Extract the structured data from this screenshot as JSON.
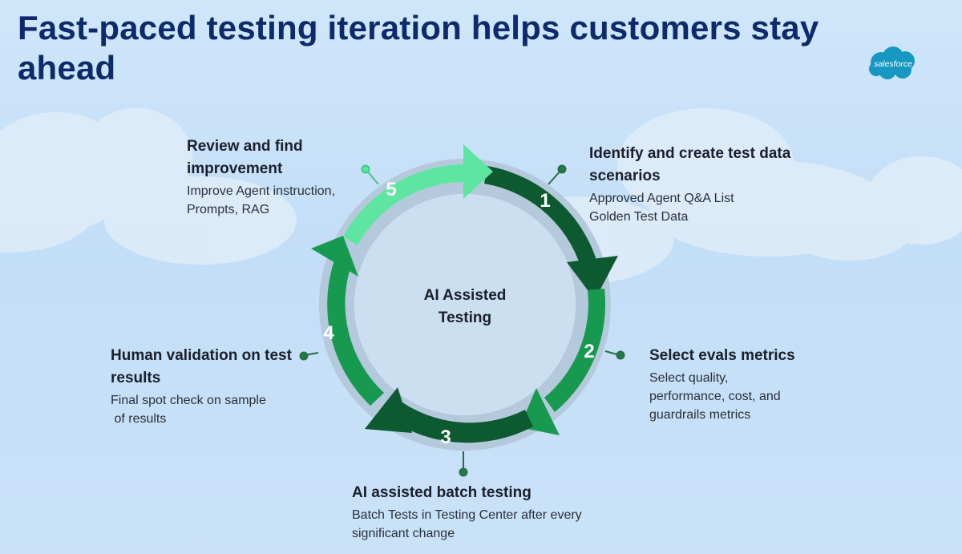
{
  "header": {
    "title": "Fast-paced testing iteration helps customers stay ahead"
  },
  "brand": {
    "logo_text": "salesforce",
    "logo_color": "#1798c1"
  },
  "cycle": {
    "center_label": "AI Assisted\nTesting",
    "colors": {
      "dark_green": "#0d5a30",
      "mid_green": "#179a4f",
      "light_green": "#5ee6a0",
      "ring_gray": "#b5c9dd"
    },
    "steps": [
      {
        "number": "1",
        "title": "Identify and create test data scenarios",
        "description": "Approved Agent Q&A List\nGolden Test Data"
      },
      {
        "number": "2",
        "title": "Select evals metrics",
        "description": "Select quality,\nperformance, cost, and\nguardrails metrics"
      },
      {
        "number": "3",
        "title": "AI assisted batch testing",
        "description": "Batch Tests in Testing Center after every\nsignificant change"
      },
      {
        "number": "4",
        "title": "Human validation on test results",
        "description": "Final spot check on sample\n of results"
      },
      {
        "number": "5",
        "title": "Review and find improvement",
        "description": "Improve Agent instruction,\nPrompts, RAG"
      }
    ]
  }
}
